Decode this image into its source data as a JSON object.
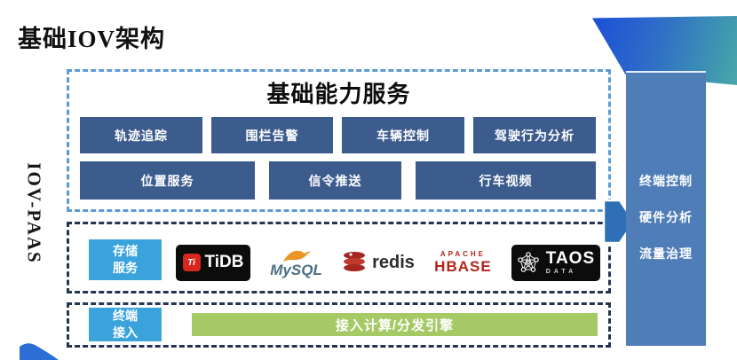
{
  "page_title": "基础IOV架构",
  "side_label": "IOV-PAAS",
  "capability": {
    "title": "基础能力服务",
    "row1": [
      "轨迹追踪",
      "围栏告警",
      "车辆控制",
      "驾驶行为分析"
    ],
    "row2": [
      "位置服务",
      "信令推送",
      "行车视频"
    ]
  },
  "storage": {
    "label_line1": "存储",
    "label_line2": "服务",
    "logos": {
      "tidb": {
        "icon": "tidb-cube-icon",
        "text": "TiDB"
      },
      "mysql": {
        "icon": "mysql-dolphin-icon",
        "text": "MySQL"
      },
      "redis": {
        "icon": "redis-stack-icon",
        "text": "redis"
      },
      "hbase": {
        "top": "APACHE",
        "text": "HBASE"
      },
      "taos": {
        "icon": "taos-network-icon",
        "text": "TAOS",
        "sub": "DATA"
      }
    }
  },
  "access": {
    "label_line1": "终端",
    "label_line2": "接入",
    "engine_label": "接入计算/分发引擎"
  },
  "right_panel": {
    "items": [
      "终端控制",
      "硬件分析",
      "流量治理"
    ]
  },
  "colors": {
    "dark_chip": "#3c5c8e",
    "light_chip": "#3aa3dc",
    "right_panel": "#4e7db8",
    "arrow": "#2e6fb5",
    "engine_green": "#a4c965",
    "dashed_blue": "#5b9bd5",
    "dashed_dark": "#22344e",
    "deco_blue": "#1c4fd8",
    "deco_teal": "#4aa7a6"
  }
}
